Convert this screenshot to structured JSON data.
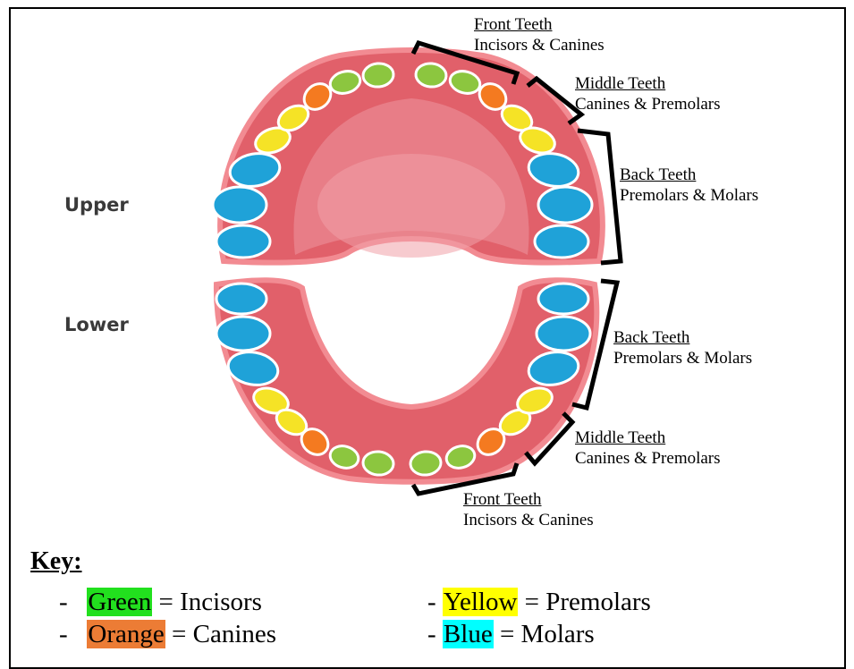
{
  "jaws": {
    "upper": "Upper",
    "lower": "Lower"
  },
  "labels": {
    "upper_front": {
      "heading": "Front Teeth",
      "sub": "Incisors & Canines"
    },
    "upper_middle": {
      "heading": "Middle Teeth",
      "sub": "Canines & Premolars"
    },
    "upper_back": {
      "heading": "Back Teeth",
      "sub": "Premolars & Molars"
    },
    "lower_back": {
      "heading": "Back Teeth",
      "sub": "Premolars & Molars"
    },
    "lower_middle": {
      "heading": "Middle Teeth",
      "sub": "Canines & Premolars"
    },
    "lower_front": {
      "heading": "Front Teeth",
      "sub": "Incisors & Canines"
    }
  },
  "key": {
    "title": "Key:",
    "items": [
      {
        "dash": "-",
        "swatch": "Green",
        "rest": " = Incisors",
        "color": "#22e01e"
      },
      {
        "dash": "-",
        "swatch": "Yellow",
        "rest": " = Premolars",
        "color": "#ffff00"
      },
      {
        "dash": "-",
        "swatch": "Orange",
        "rest": " = Canines",
        "color": "#ec7c35"
      },
      {
        "dash": "-",
        "swatch": "Blue",
        "rest": " = Molars",
        "color": "#00ffff"
      }
    ]
  },
  "colors": {
    "gum": "#e1606a",
    "gum_edge": "#f28b92",
    "palate": "#eb8a94",
    "incisor": "#8cc63f",
    "canine": "#f47a20",
    "premolar": "#f5e326",
    "molar": "#1fa2d8",
    "tooth_ring": "#ffffff"
  }
}
